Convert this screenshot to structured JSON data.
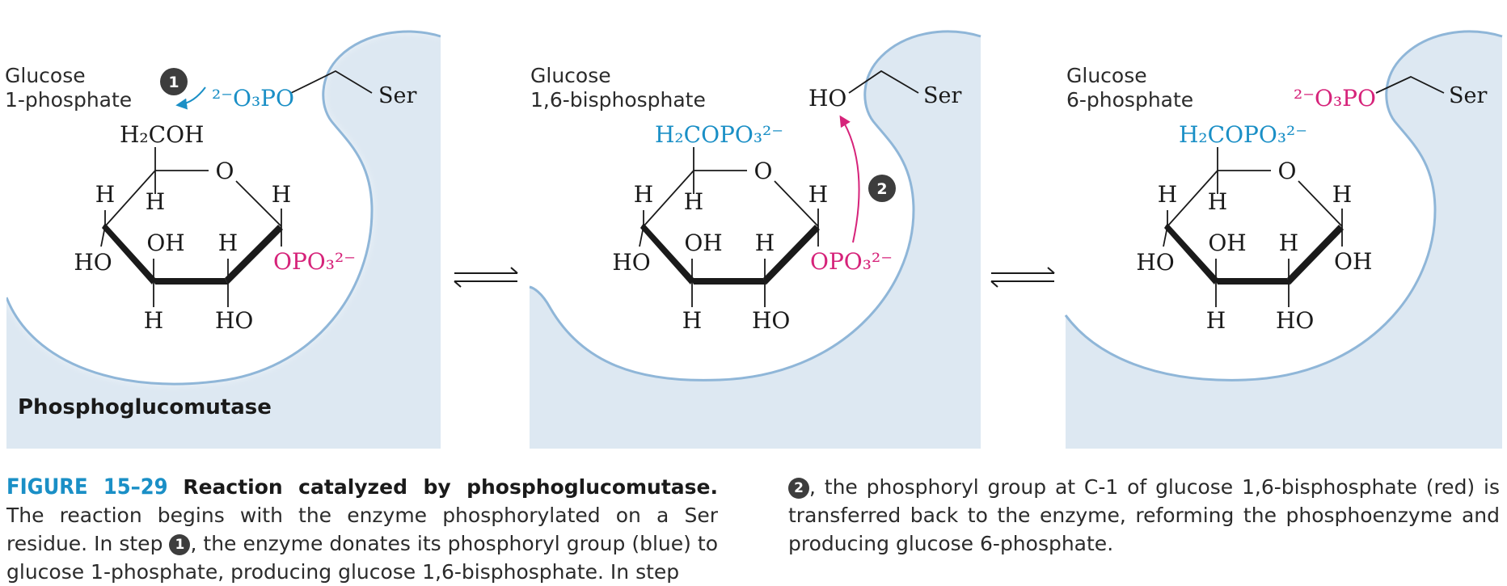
{
  "panels": [
    {
      "id": "p1",
      "label_line1": "Glucose",
      "label_line2": "1-phosphate",
      "enzyme_group": "²⁻O₃PO",
      "c1_substituent": "OPO₃²⁻",
      "c6_group": "H₂COH"
    },
    {
      "id": "p2",
      "label_line1": "Glucose",
      "label_line2": "1,6-bisphosphate",
      "enzyme_group": "HO",
      "c1_substituent": "OPO₃²⁻",
      "c6_group": "H₂COPO₃²⁻"
    },
    {
      "id": "p3",
      "label_line1": "Glucose",
      "label_line2": "6-phosphate",
      "enzyme_group": "²⁻O₃PO",
      "c1_substituent": "OH",
      "c6_group": "H₂COPO₃²⁻"
    }
  ],
  "enzyme_name": "Phosphoglucomutase",
  "ser": "Ser",
  "steps": [
    "1",
    "2"
  ],
  "ring": {
    "ring_o": "O",
    "h": "H",
    "ho": "HO",
    "oh": "OH"
  },
  "colors": {
    "blue": "#1a8fc6",
    "red": "#d6237a",
    "enzyme_fill": "#dde8f2",
    "enzyme_edge": "#8fb6d8"
  },
  "caption": {
    "fig_num": "FIGURE 15–29",
    "fig_title": "Reaction catalyzed by phosphoglucomutase.",
    "text1": " The reaction begins with the enzyme phosphorylated on a Ser residue. In step ",
    "step1": "1",
    "text2": ", the enzyme donates its phosphoryl group (blue) to glucose 1-phosphate, producing glucose 1,6-bisphosphate. In step ",
    "step2": "2",
    "text3": ", the phosphoryl group at C-1 of glucose 1,6-bisphosphate (red) is transferred back to the enzyme, reforming the phosphoenzyme and producing glucose 6-phosphate."
  }
}
